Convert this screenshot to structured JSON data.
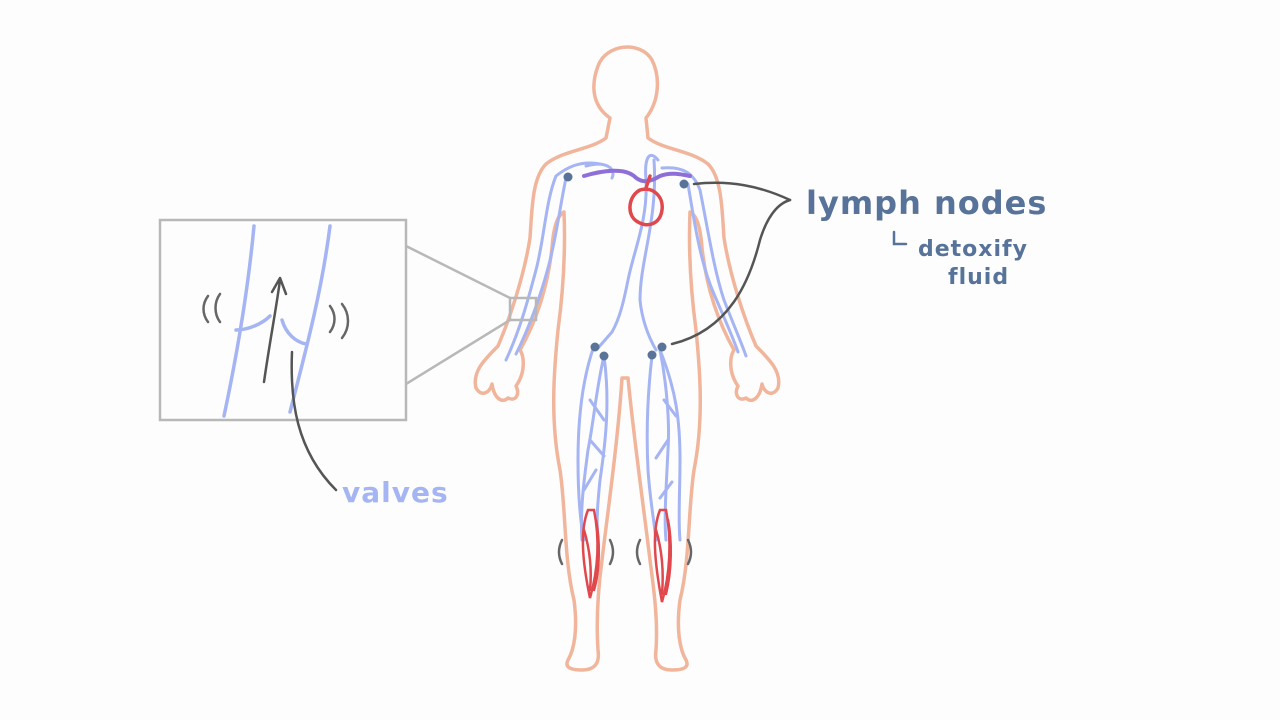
{
  "labels": {
    "lymph_nodes": "lymph nodes",
    "detoxify_line1": "detoxify",
    "detoxify_line2": "fluid",
    "valves": "valves"
  },
  "colors": {
    "background": "#fdfdfd",
    "body_outline": "#f1b59b",
    "lymph_vessel": "#a5b4f2",
    "lymph_node": "#5a7399",
    "label_blue": "#587399",
    "valves_label": "#a5b4f2",
    "heart": "#e0484d",
    "duct": "#8e6fd8",
    "muscle": "#e0484d",
    "pointer_line": "#555555",
    "zoom_box": "#b8b8b8"
  }
}
